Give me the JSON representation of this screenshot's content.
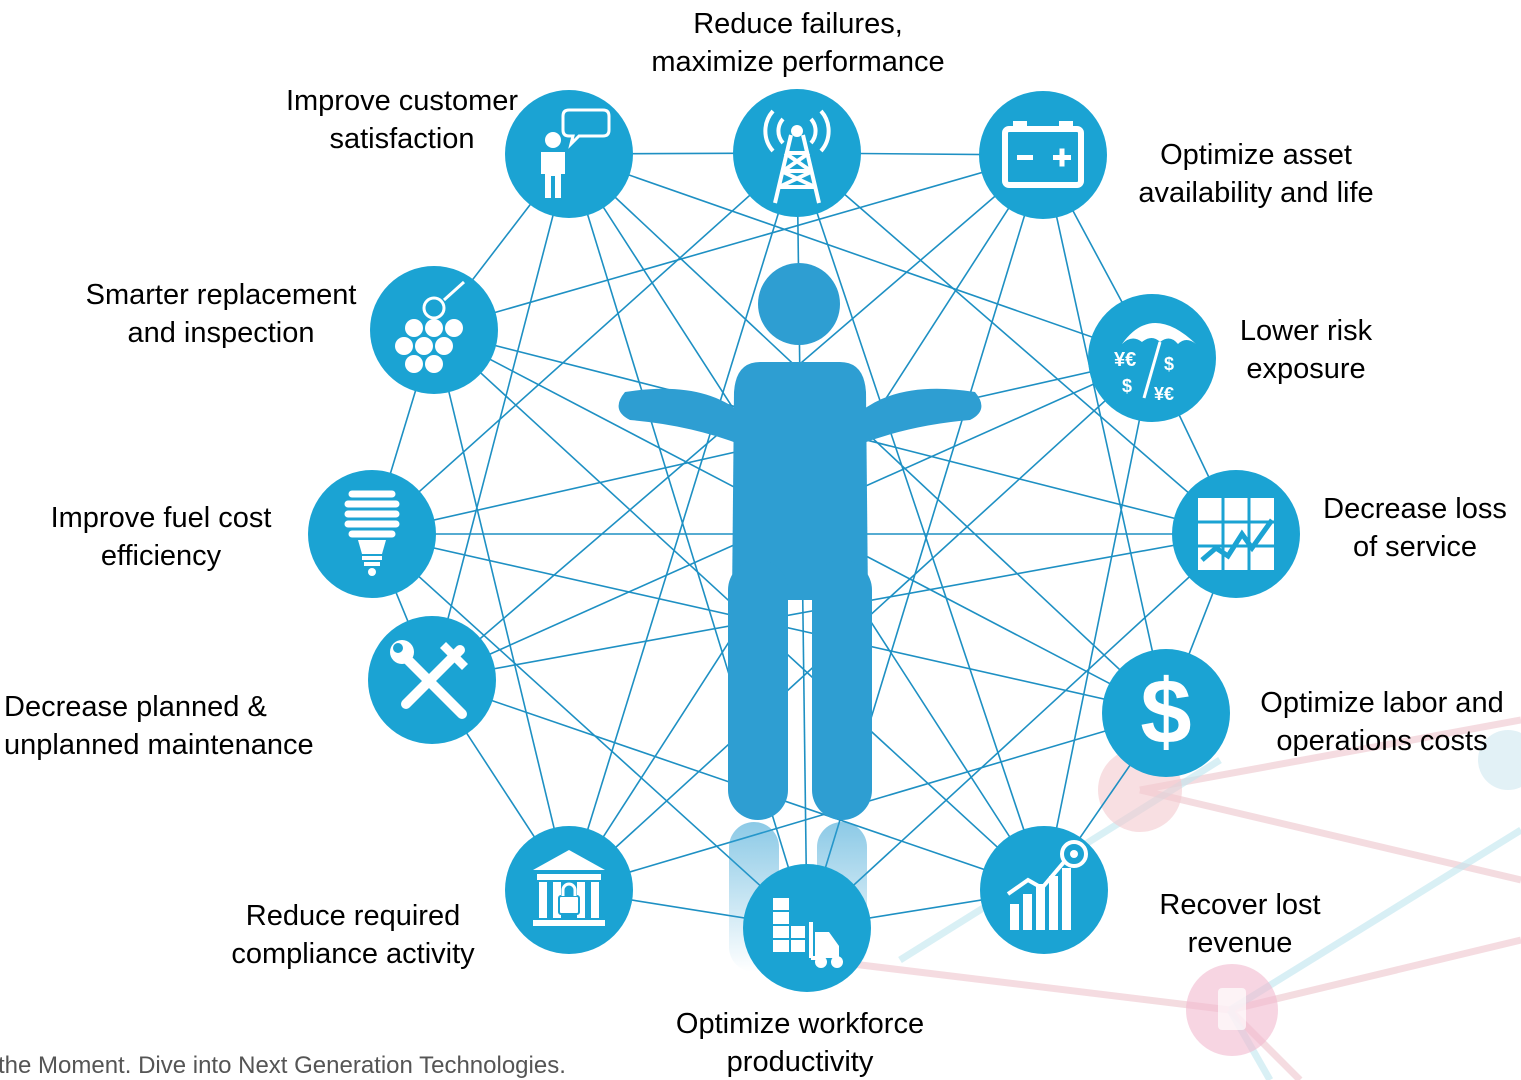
{
  "colors": {
    "node": "#1ba3d3",
    "person": "#2e9ed2",
    "edge": "#1e90c3",
    "faint": "#e9b6bf"
  },
  "center": {
    "icon": "person-shrugging-icon"
  },
  "nodes": [
    {
      "id": "reduce-failures",
      "icon": "signal-tower-icon",
      "line1": "Reduce failures,",
      "line2": "maximize performance"
    },
    {
      "id": "optimize-asset",
      "icon": "battery-icon",
      "line1": "Optimize asset",
      "line2": "availability and life"
    },
    {
      "id": "lower-risk",
      "icon": "umbrella-currency-icon",
      "line1": "Lower risk",
      "line2": "exposure"
    },
    {
      "id": "decrease-loss",
      "icon": "line-chart-icon",
      "line1": "Decrease loss",
      "line2": "of service"
    },
    {
      "id": "optimize-labor",
      "icon": "dollar-icon",
      "line1": "Optimize labor and",
      "line2": "operations costs"
    },
    {
      "id": "recover-revenue",
      "icon": "rising-bars-icon",
      "line1": "Recover lost",
      "line2": "revenue"
    },
    {
      "id": "optimize-workforce",
      "icon": "forklift-icon",
      "line1": "Optimize workforce",
      "line2": "productivity"
    },
    {
      "id": "reduce-compliance",
      "icon": "bank-lock-icon",
      "line1": "Reduce required",
      "line2": "compliance activity"
    },
    {
      "id": "decrease-maintenance",
      "icon": "tools-icon",
      "line1": "Decrease planned &",
      "line2": "unplanned maintenance"
    },
    {
      "id": "improve-fuel",
      "icon": "lightbulb-icon",
      "line1": "Improve fuel cost",
      "line2": "efficiency"
    },
    {
      "id": "smarter-replacement",
      "icon": "hexagon-cells-icon",
      "line1": "Smarter replacement",
      "line2": "and inspection"
    },
    {
      "id": "improve-customer",
      "icon": "person-speech-icon",
      "line1": "Improve customer",
      "line2": "satisfaction"
    }
  ],
  "footer": {
    "text": "the Moment. Dive into Next Generation Technologies."
  }
}
